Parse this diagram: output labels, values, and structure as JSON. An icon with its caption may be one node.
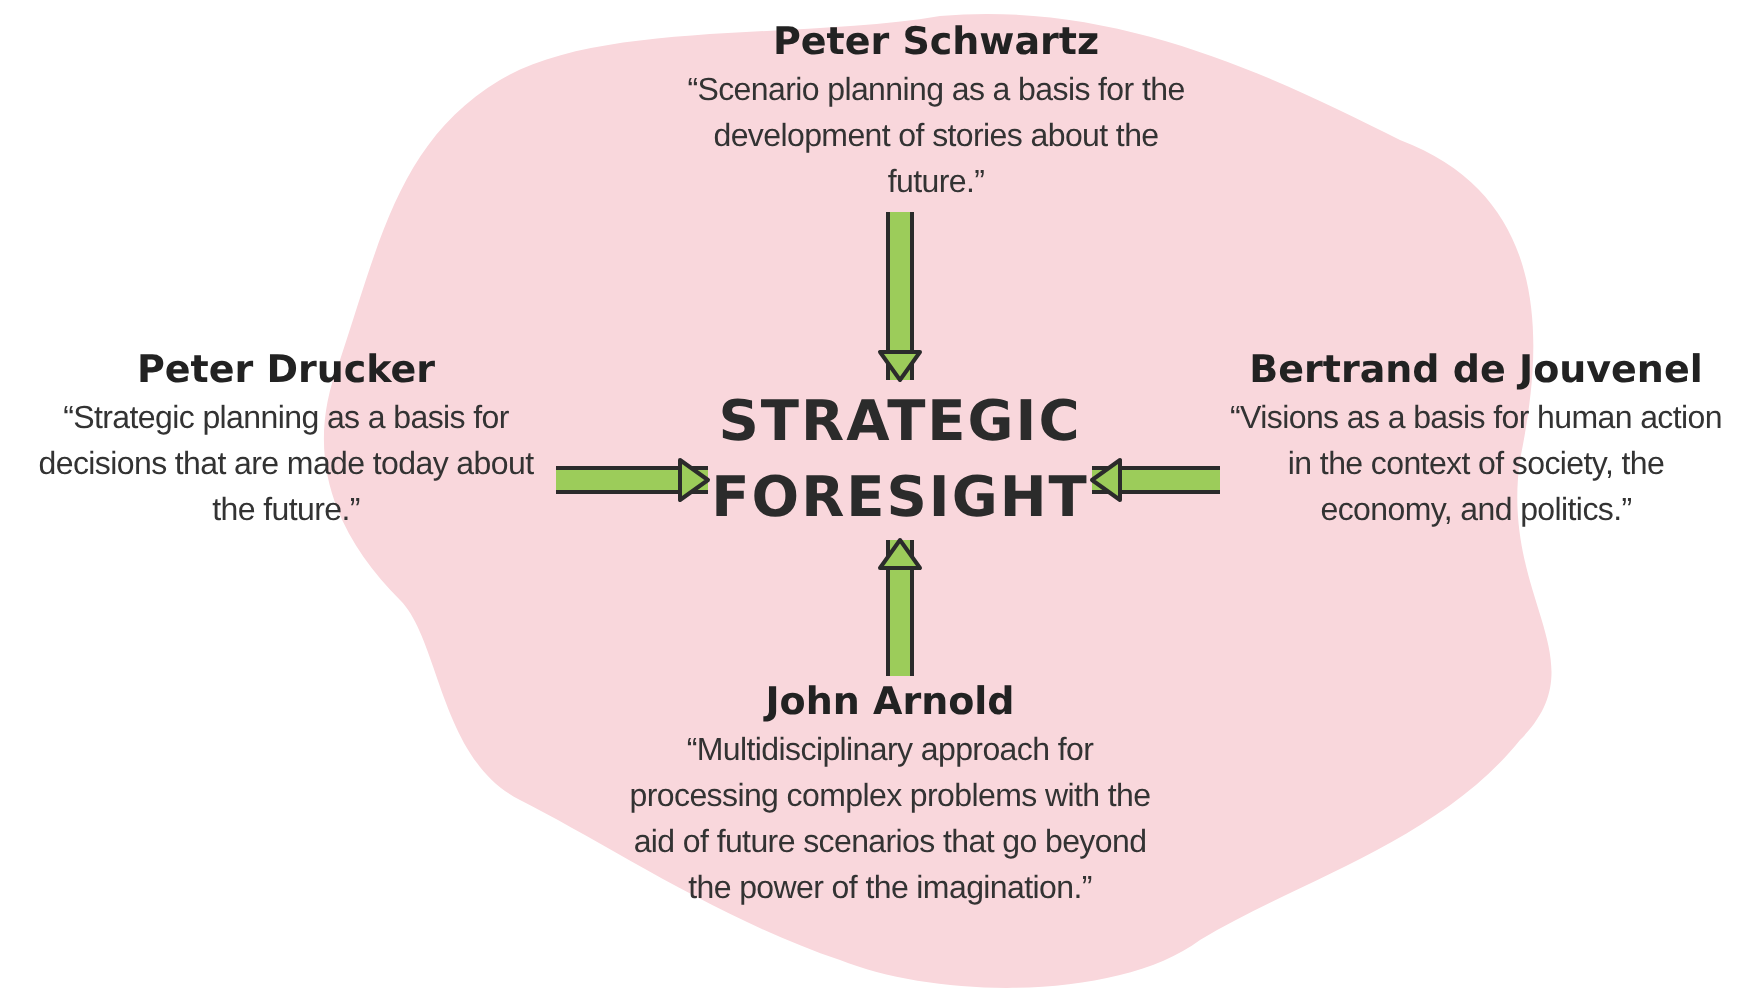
{
  "diagram": {
    "nodes": [
      {
        "text": [
          "Peter Schwartz",
          "“Scenario planning as a basis for the development of stories about the future.”"
        ]
      },
      {
        "text": [
          "Peter Drucker",
          "“Strategic planning as a basis for decisions that are made today about the future.”"
        ]
      },
      {
        "text": [
          "STRATEGIC FORESIGHT"
        ]
      },
      {
        "text": [
          "Bertrand de Jouvenel",
          "“Visions as a basis for human action in the context of society, the economy, and politics.”"
        ]
      },
      {
        "text": [
          "John Arnold",
          "“Multidisciplinary approach for processing complex problems with the aid of future scenarios that go beyond the power of the imagination.”"
        ]
      }
    ],
    "edges": [
      {
        "from": 0,
        "to": 2,
        "arrow": "to"
      },
      {
        "from": 1,
        "to": 2,
        "arrow": "to"
      },
      {
        "from": 3,
        "to": 2,
        "arrow": "to"
      },
      {
        "from": 4,
        "to": 2,
        "arrow": "to"
      }
    ]
  }
}
